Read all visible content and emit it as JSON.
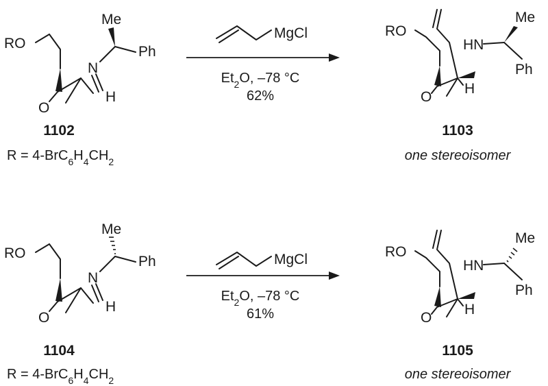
{
  "reactions": [
    {
      "reactant": {
        "id": "1102",
        "r_group": "RO",
        "n_atom": "N",
        "methyl": "Me",
        "phenyl": "Ph",
        "h_atom": "H",
        "o_atom": "O",
        "r_def_prefix": "R = 4-BrC",
        "r_def_sub1": "6",
        "r_def_mid": "H",
        "r_def_sub2": "4",
        "r_def_suffix": "CH",
        "r_def_sub3": "2"
      },
      "reagent": "MgCl",
      "conditions_solvent": "Et",
      "conditions_sub": "2",
      "conditions_rest": "O, –78 °C",
      "yield": "62%",
      "product": {
        "id": "1103",
        "r_group": "RO",
        "amine": "HN",
        "methyl": "Me",
        "phenyl": "Ph",
        "h_atom": "H",
        "o_atom": "O",
        "note": "one stereoisomer"
      }
    },
    {
      "reactant": {
        "id": "1104",
        "r_group": "RO",
        "n_atom": "N",
        "methyl": "Me",
        "phenyl": "Ph",
        "h_atom": "H",
        "o_atom": "O",
        "r_def_prefix": "R = 4-BrC",
        "r_def_sub1": "6",
        "r_def_mid": "H",
        "r_def_sub2": "4",
        "r_def_suffix": "CH",
        "r_def_sub3": "2"
      },
      "reagent": "MgCl",
      "conditions_solvent": "Et",
      "conditions_sub": "2",
      "conditions_rest": "O, –78 °C",
      "yield": "61%",
      "product": {
        "id": "1105",
        "r_group": "RO",
        "amine": "HN",
        "methyl": "Me",
        "phenyl": "Ph",
        "h_atom": "H",
        "o_atom": "O",
        "note": "one stereoisomer"
      }
    }
  ]
}
